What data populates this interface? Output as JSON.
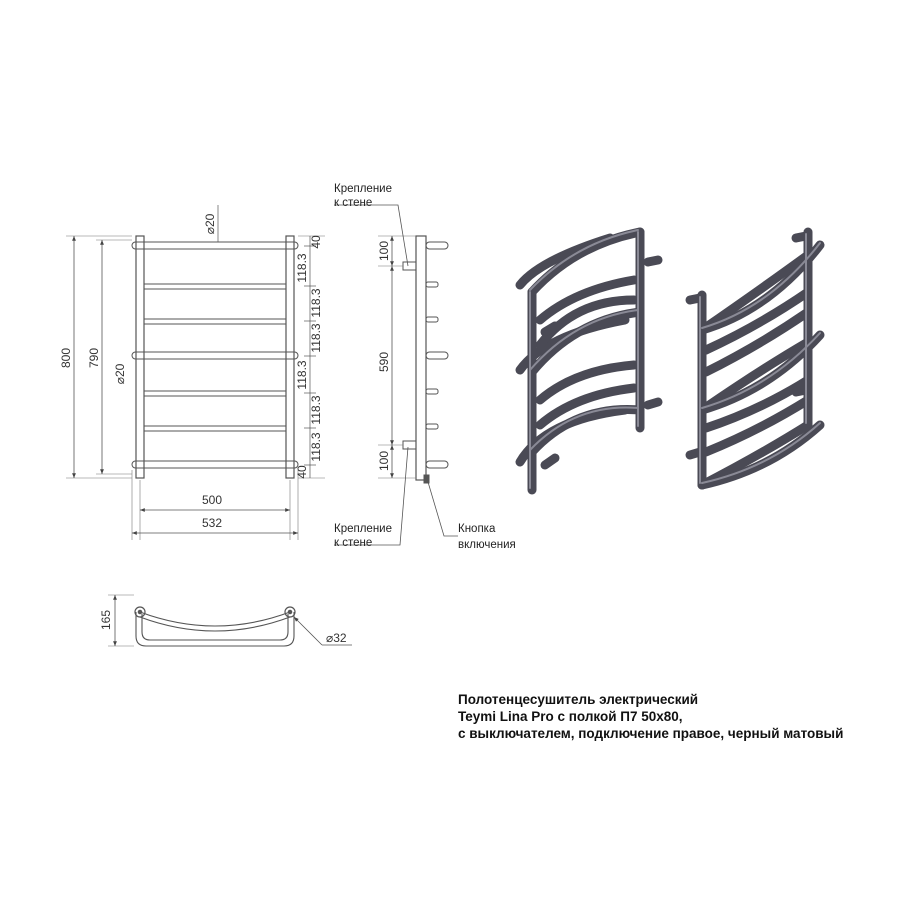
{
  "front_view": {
    "dims": {
      "height_overall": "800",
      "height_centers": "790",
      "width_centers": "500",
      "width_overall": "532",
      "pipe_diameter_top": "⌀20",
      "pipe_diameter_side": "⌀20",
      "rung_spacing_1": "118.3",
      "rung_spacing_2": "118.3",
      "rung_spacing_3": "118.3",
      "rung_spacing_4": "118.3",
      "rung_spacing_5": "118.3",
      "rung_spacing_6": "118.3",
      "offset_top": "40",
      "offset_bottom": "40"
    }
  },
  "side_view": {
    "mount_top_label": [
      "Крепление",
      "к стене"
    ],
    "mount_bottom_label": [
      "Крепление",
      "к стене"
    ],
    "switch_label": [
      "Кнопка",
      "включения"
    ],
    "dims": {
      "top_offset": "100",
      "mount_distance": "590",
      "bottom_offset": "100"
    }
  },
  "top_view": {
    "dims": {
      "depth": "165",
      "pipe_diameter": "⌀32"
    }
  },
  "caption": {
    "line1": "Полотенцесушитель электрический",
    "line2": "Teymi Lina Pro с полкой П7 50x80,",
    "line3": "с выключателем, подключение правое, черный матовый"
  },
  "colors": {
    "line": "#555555",
    "product": "#4a4a55",
    "product_highlight": "#8a8a96"
  }
}
